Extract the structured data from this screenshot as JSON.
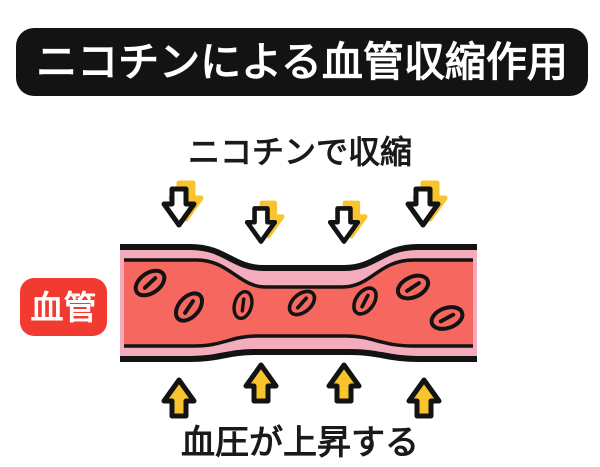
{
  "title": {
    "text": "ニコチンによる血管収縮作用"
  },
  "captions": {
    "top": "ニコチンで収縮",
    "bottom": "血圧が上昇する"
  },
  "vessel_label": {
    "text": "血管"
  },
  "diagram": {
    "top_arrows": {
      "count": 4,
      "direction": "down",
      "style": "white body with yellow drop-shadow",
      "meaning": "nicotine squeezing vessel"
    },
    "bottom_arrows": {
      "count": 4,
      "direction": "up",
      "style": "solid yellow with black outline",
      "meaning": "rising blood pressure"
    },
    "red_blood_cells": {
      "count": 7
    },
    "vessel": {
      "shape": "tube constricted in the middle",
      "left_label": "血管"
    }
  },
  "colors": {
    "background": "#ffffff",
    "banner_bg": "#131313",
    "banner_text": "#ffffff",
    "text": "#1a1a1a",
    "outline": "#131313",
    "vessel_red": "#F6685F",
    "lining_pink": "#F3ACBC",
    "label_bg": "#F23B30",
    "label_text": "#ffffff",
    "arrow_yellow": "#F8C32C",
    "arrow_white": "#ffffff"
  }
}
